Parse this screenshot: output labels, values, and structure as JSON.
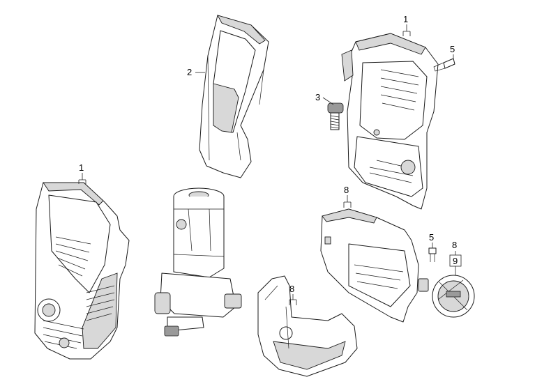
{
  "callouts": {
    "c1_top": "1",
    "c1_left": "1",
    "c2": "2",
    "c3": "3",
    "c5_top": "5",
    "c5_mid": "5",
    "c8_mid": "8",
    "c8_bottom": "8",
    "c8_right": "8",
    "c9": "9"
  }
}
